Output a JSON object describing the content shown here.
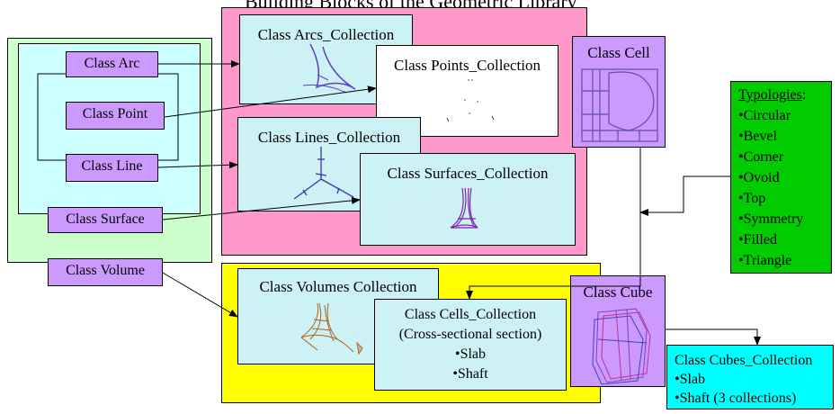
{
  "title": "Building Blocks of the Geometric Library",
  "classes": {
    "arc": "Class Arc",
    "point": "Class Point",
    "line": "Class Line",
    "surface": "Class Surface",
    "volume": "Class Volume",
    "cell": "Class Cell",
    "cube": "Class Cube"
  },
  "collections": {
    "arcs": "Class Arcs_Collection",
    "points": "Class Points_Collection",
    "lines": "Class Lines_Collection",
    "surfaces": "Class Surfaces_Collection",
    "volumes": "Class Volumes  Collection",
    "cells": {
      "title": "Class  Cells_Collection",
      "subtitle": "(Cross-sectional section)",
      "items": [
        "•Slab",
        "•Shaft"
      ]
    },
    "cubes": {
      "title": "Class Cubes_Collection",
      "items": [
        "•Slab",
        "•Shaft (3 collections)"
      ]
    }
  },
  "typologies": {
    "heading": "Typologies",
    "items": [
      "•Circular",
      "•Bevel",
      "•Corner",
      "•Ovoid",
      "•Top",
      "•Symmetry",
      "•Filled",
      "•Triangle"
    ]
  },
  "colors": {
    "class_fill": "#cc99ff",
    "collection_fill": "#ccf2f5",
    "pink_group": "#ff99cc",
    "yellow_group": "#ffff00",
    "green_group": "#ccffcc",
    "typology_fill": "#00cc00",
    "cubes_fill": "#00ffff"
  }
}
